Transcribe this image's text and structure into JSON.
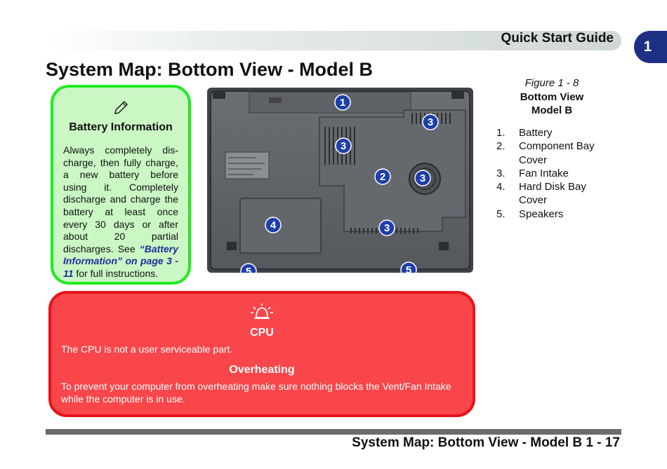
{
  "header": {
    "section_title": "Quick Start Guide",
    "chapter": "1"
  },
  "page_title": "System Map: Bottom View - Model B",
  "note": {
    "icon": "pen-icon",
    "title": "Battery Information",
    "body_prefix": "Always completely dis-charge, then fully charge, a new battery before using it. Completely discharge and charge the battery at least once every 30 days or after about 20 partial discharges. See ",
    "link_text": "“Battery Information” on page 3 - 11",
    "body_suffix": " for full instructions."
  },
  "figure": {
    "number": "Figure 1 - 8",
    "title_line1": "Bottom View",
    "title_line2": "Model B",
    "callouts": [
      "1",
      "3",
      "3",
      "2",
      "3",
      "4",
      "3",
      "5",
      "5"
    ],
    "legend": [
      {
        "num": "1.",
        "label": "Battery"
      },
      {
        "num": "2.",
        "label": "Component Bay Cover"
      },
      {
        "num": "3.",
        "label": "Fan Intake"
      },
      {
        "num": "4.",
        "label": "Hard Disk Bay Cover"
      },
      {
        "num": "5.",
        "label": "Speakers"
      }
    ]
  },
  "warning": {
    "icon": "alarm-icon",
    "cpu_title": "CPU",
    "cpu_text": "The CPU is not a user serviceable part.",
    "overheat_title": "Overheating",
    "overheat_text": "To prevent your computer from overheating make sure nothing blocks the Vent/Fan Intake while the computer is in use."
  },
  "footer": {
    "text": "System Map: Bottom View - Model B 1 - 17"
  },
  "colors": {
    "tab_blue": "#1e2f86",
    "note_green": "#22ea22",
    "warning_red": "#e8141b",
    "callout_blue": "#1d3fa8"
  }
}
